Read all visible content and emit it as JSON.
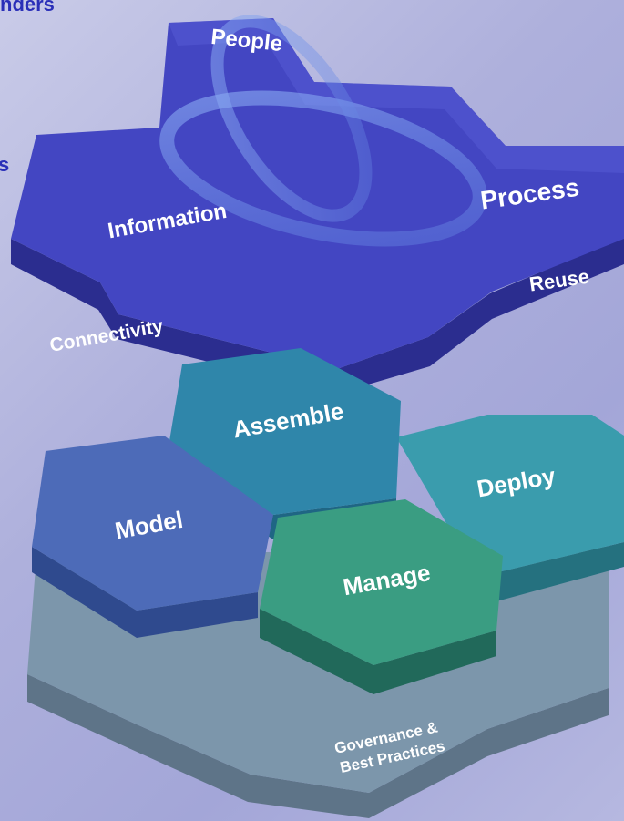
{
  "edge_text": {
    "top": "nders",
    "left": "s"
  },
  "top_diagram": {
    "labels": {
      "people": "People",
      "process": "Process",
      "information": "Information",
      "reuse": "Reuse",
      "connectivity": "Connectivity"
    },
    "colors": {
      "top": "#4447c4",
      "side": "#2d2f96",
      "ring": "#7f9ef0"
    }
  },
  "bottom_diagram": {
    "labels": {
      "assemble": "Assemble",
      "deploy": "Deploy",
      "model": "Model",
      "manage": "Manage",
      "governance_line1": "Governance &",
      "governance_line2": "Best Practices"
    },
    "colors": {
      "assemble": "#2f86aa",
      "deploy": "#3a9cad",
      "model": "#4d6bb8",
      "manage": "#3a9d82",
      "governance": "#7c96ab"
    }
  }
}
